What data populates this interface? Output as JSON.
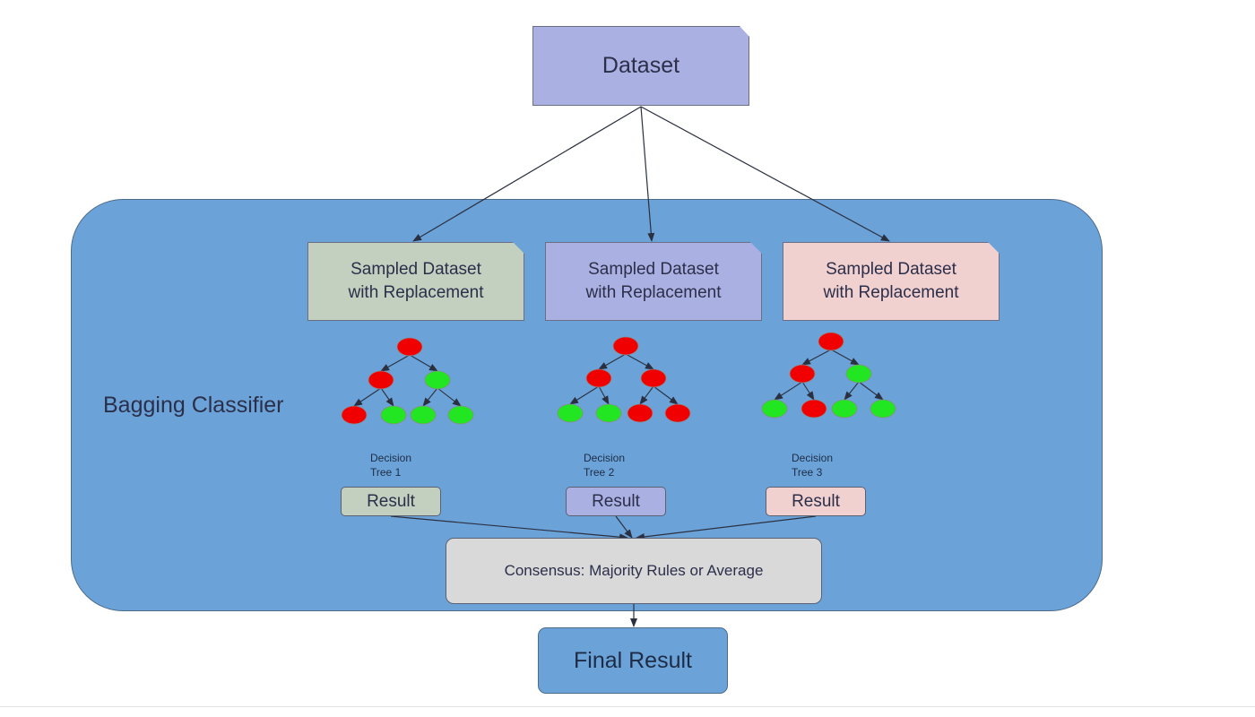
{
  "dataset": {
    "label": "Dataset"
  },
  "container": {
    "label": "Bagging Classifier"
  },
  "samples": [
    {
      "label": "Sampled Dataset\nwith Replacement",
      "color": "#c3d0bf"
    },
    {
      "label": "Sampled Dataset\nwith Replacement",
      "color": "#aab1e2"
    },
    {
      "label": "Sampled Dataset\nwith Replacement",
      "color": "#f1d0d0"
    }
  ],
  "trees": [
    {
      "label": "Decision\nTree 1",
      "leaves": [
        "red",
        "green",
        "green",
        "green"
      ],
      "nodes": [
        "red",
        "red",
        "green"
      ]
    },
    {
      "label": "Decision\nTree 2",
      "leaves": [
        "green",
        "green",
        "red",
        "red"
      ],
      "nodes": [
        "red",
        "red",
        "red"
      ]
    },
    {
      "label": "Decision\nTree 3",
      "leaves": [
        "green",
        "red",
        "green",
        "green"
      ],
      "nodes": [
        "red",
        "red",
        "green"
      ]
    }
  ],
  "results": [
    {
      "label": "Result"
    },
    {
      "label": "Result"
    },
    {
      "label": "Result"
    }
  ],
  "consensus": {
    "label": "Consensus: Majority Rules or Average"
  },
  "final": {
    "label": "Final Result"
  },
  "colors": {
    "red": "#f00000",
    "green": "#22e622",
    "container": "#6ba3d9",
    "arrow": "#2b3040"
  }
}
